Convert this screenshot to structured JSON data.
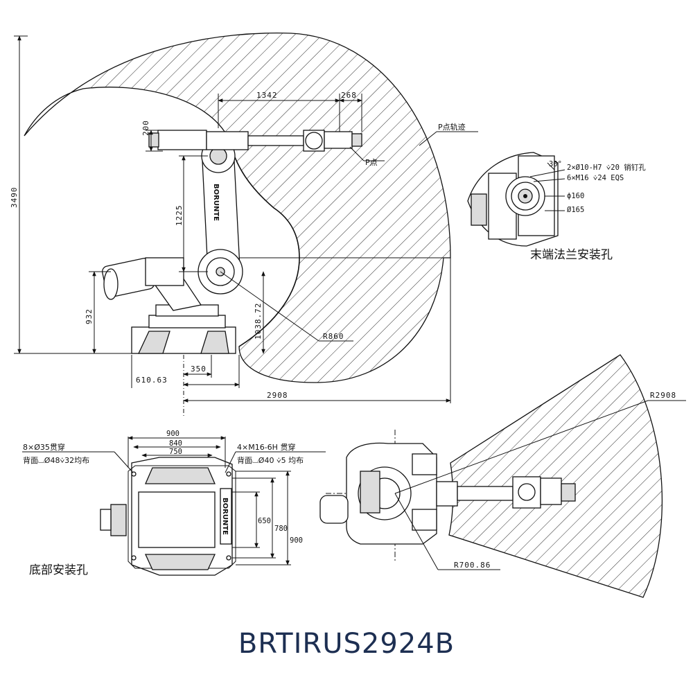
{
  "side_view": {
    "dims": {
      "d1342": "1342",
      "d268": "268",
      "d200": "200",
      "d3490": "3490",
      "d1225": "1225",
      "d932": "932",
      "d1038": "1038.72",
      "r860": "R860",
      "d350": "350",
      "d610": "610.63",
      "d2908": "2908"
    },
    "labels": {
      "p_path": "P点轨迹",
      "p_point": "P点"
    },
    "brand": "BORUNTE"
  },
  "flange_view": {
    "angle": "30°",
    "hole1": "2×Ø10-H7  ⩒20  销钉孔",
    "hole2": "6×M16  ⩒24  EQS",
    "d160": "ϕ160",
    "d165": "Ø165",
    "caption": "末端法兰安装孔"
  },
  "base_view": {
    "dims": {
      "d900": "900",
      "d840": "840",
      "d750": "750",
      "d650": "650",
      "d780": "780",
      "d900v": "900"
    },
    "note_left_1": "8×Ø35贯穿",
    "note_left_2": "背面⌴Ø48⩒32均布",
    "note_right_1": "4×M16-6H  贯穿",
    "note_right_2": "背面⌴Ø40  ⩒5  均布",
    "caption": "底部安装孔",
    "brand": "BORUNTE"
  },
  "top_view": {
    "r2908": "R2908",
    "r700": "R700.86"
  },
  "model": "BRTIRUS2924B"
}
